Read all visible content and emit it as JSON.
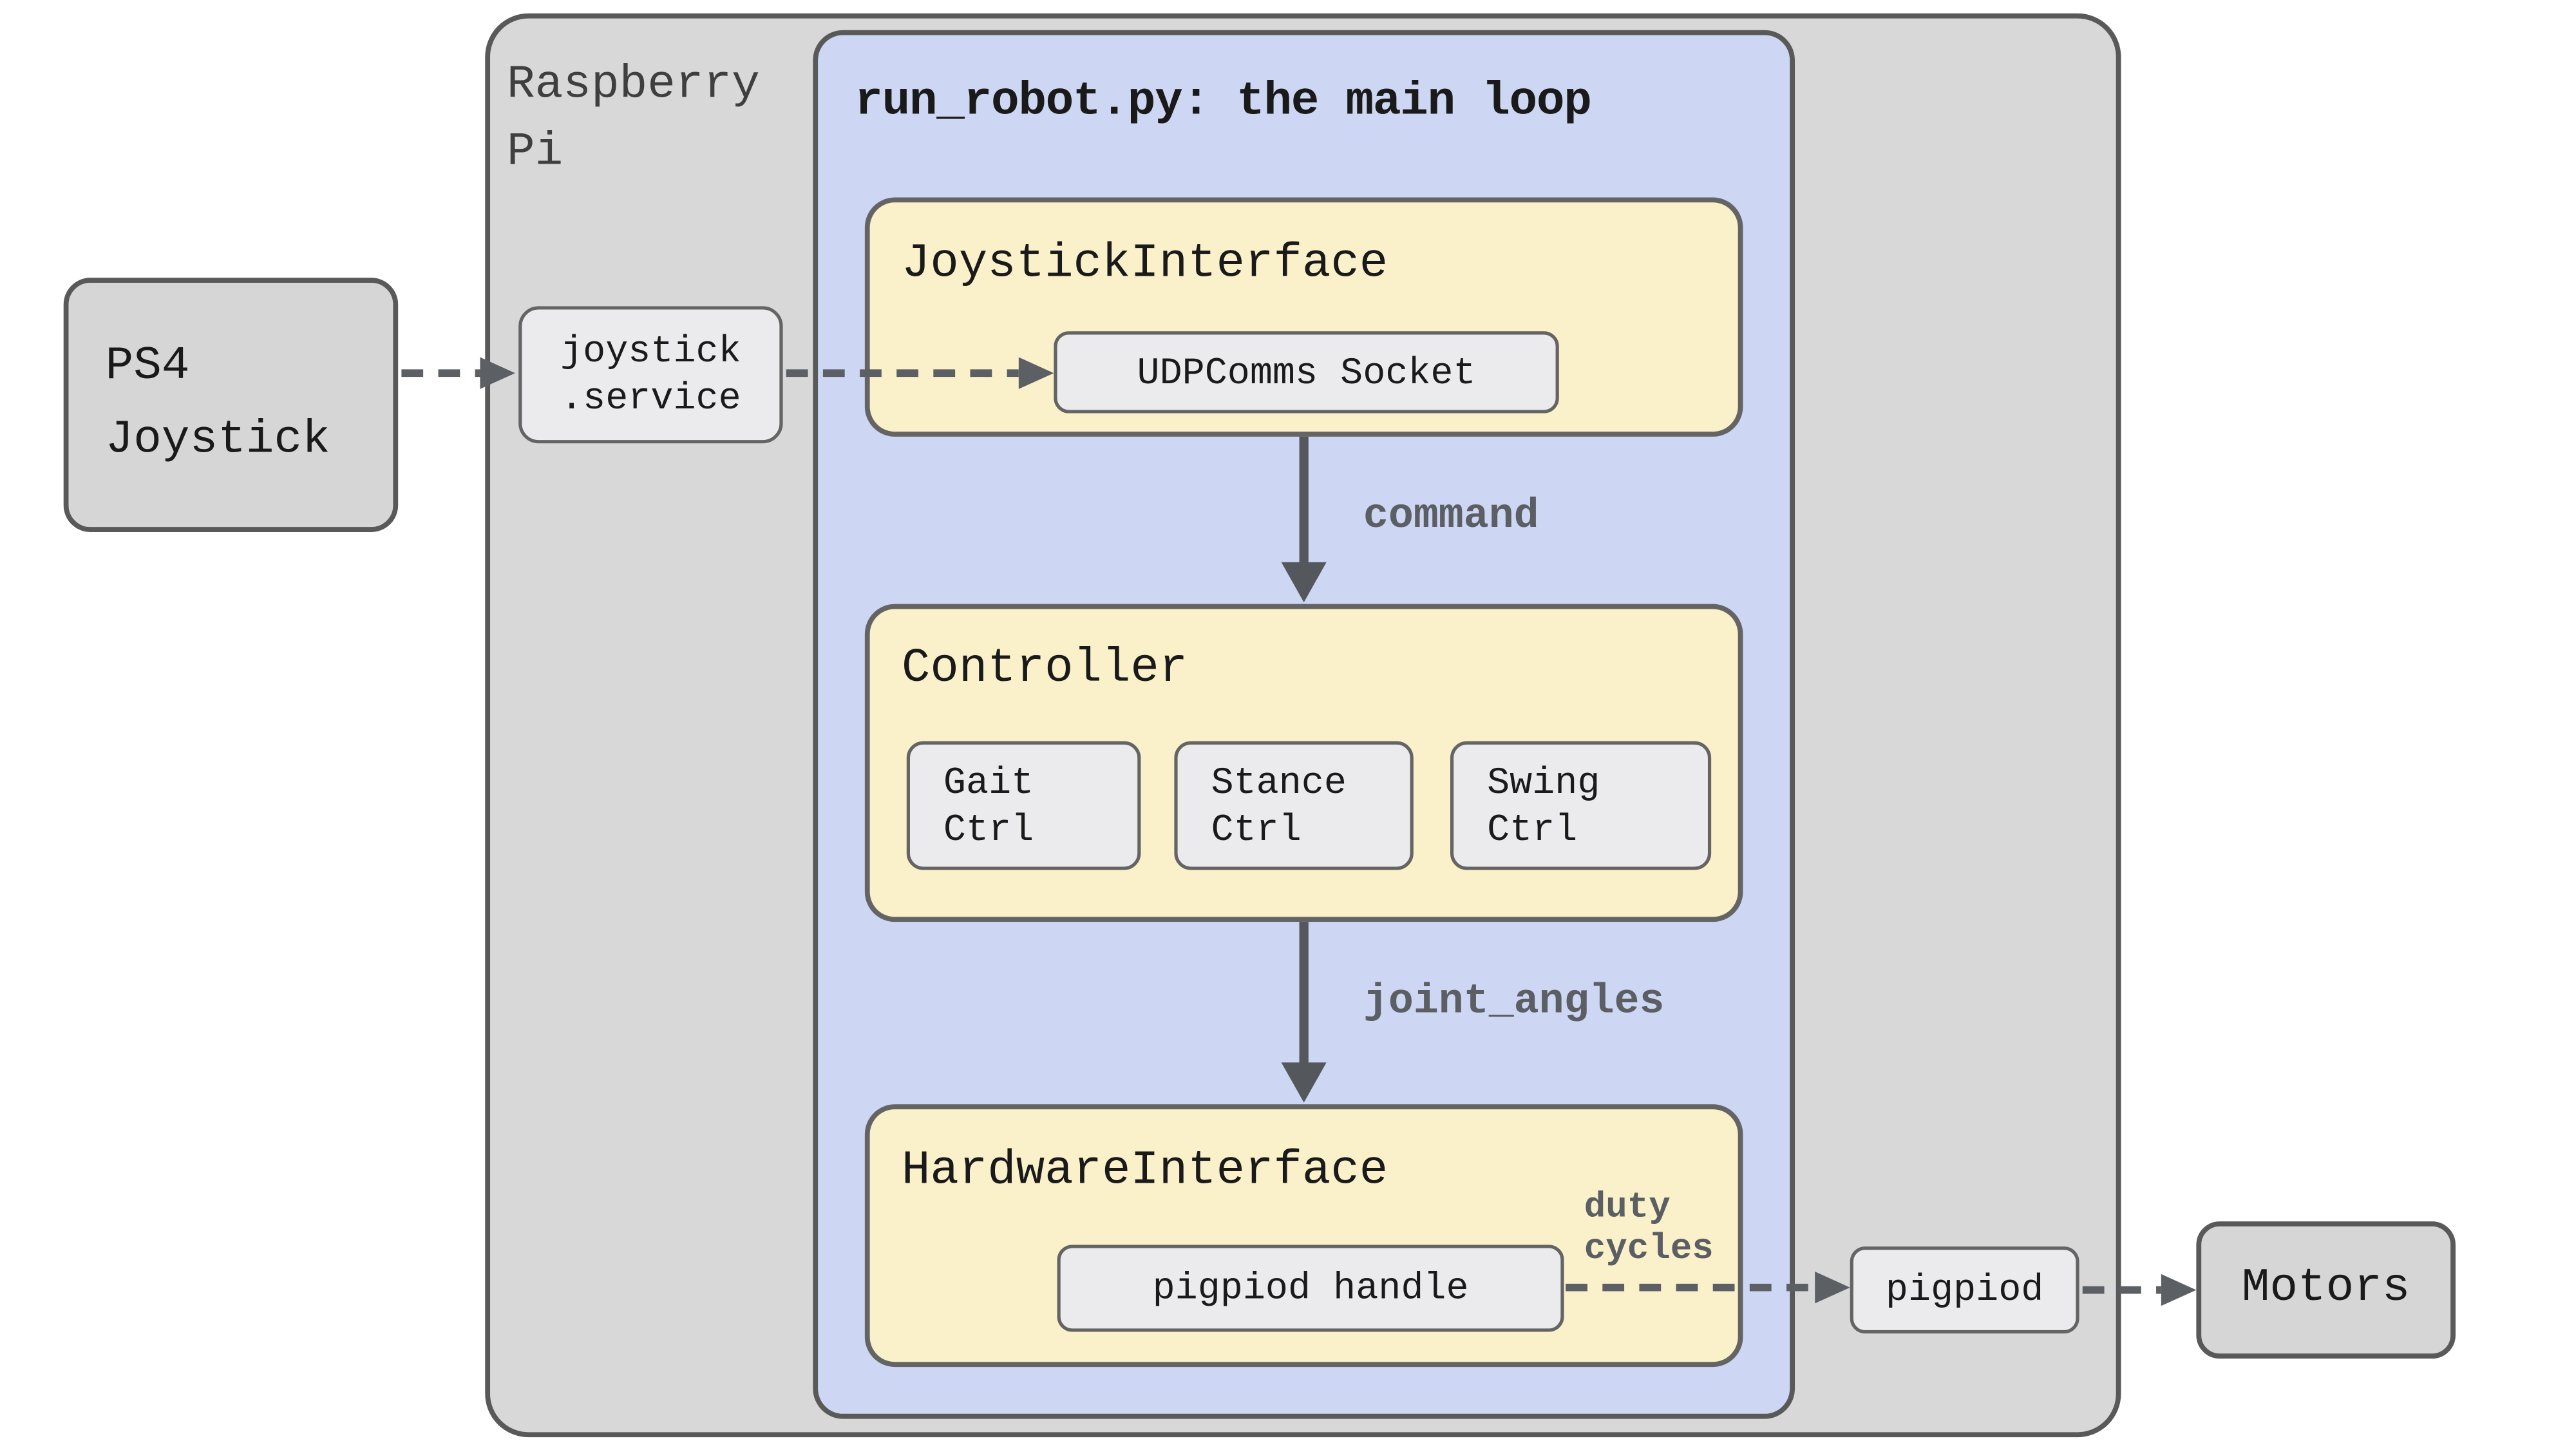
{
  "diagram": {
    "outer_container": {
      "label": "Raspberry\nPi"
    },
    "main_loop": {
      "title": "run_robot.py: the main loop"
    },
    "nodes": {
      "ps4": {
        "label": "PS4\nJoystick"
      },
      "joystick_service": {
        "label": "joystick\n.service"
      },
      "joystick_interface": {
        "title": "JoystickInterface",
        "child": "UDPComms Socket"
      },
      "controller": {
        "title": "Controller",
        "children": [
          "Gait\nCtrl",
          "Stance\nCtrl",
          "Swing\nCtrl"
        ]
      },
      "hardware_interface": {
        "title": "HardwareInterface",
        "child": "pigpiod handle"
      },
      "pigpiod": {
        "label": "pigpiod"
      },
      "motors": {
        "label": "Motors"
      }
    },
    "edge_labels": {
      "command": "command",
      "joint_angles": "joint_angles",
      "duty_cycles": "duty\ncycles"
    }
  },
  "colors": {
    "gray-fill": "#d8d8d8",
    "node-fill": "#d6d6d6",
    "blue-fill": "#cdd7f4",
    "yellow-fill": "#faf0ca",
    "chip-fill": "#ebebee",
    "border-dark": "#595959",
    "border-mid": "#646464",
    "arrow-color": "#5c5f63",
    "label-color": "#5b5e63"
  }
}
